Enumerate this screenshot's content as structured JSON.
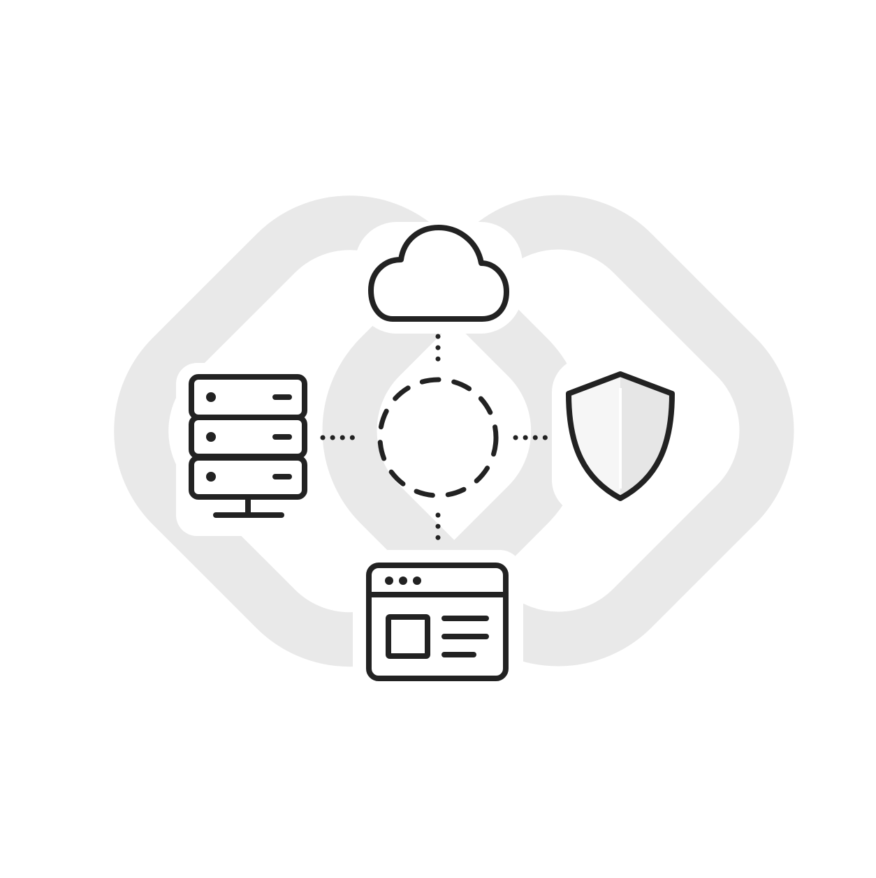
{
  "diagram": {
    "background_color": "#ffffff",
    "backdrop_color": "#e9e9e9",
    "stroke_color": "#222222",
    "icon_fill_light": "#f4f4f4",
    "icon_fill_mid": "#e6e6e6",
    "hub": {
      "icon": "dashed-circle-hub",
      "style": "dashed"
    },
    "nodes": [
      {
        "id": "cloud",
        "icon": "cloud-icon"
      },
      {
        "id": "server",
        "icon": "server-rack-icon"
      },
      {
        "id": "shield",
        "icon": "shield-icon"
      },
      {
        "id": "browser",
        "icon": "browser-window-icon"
      }
    ],
    "connectors": [
      {
        "from": "hub",
        "to": "cloud",
        "style": "dotted"
      },
      {
        "from": "hub",
        "to": "server",
        "style": "dotted"
      },
      {
        "from": "hub",
        "to": "shield",
        "style": "dotted"
      },
      {
        "from": "hub",
        "to": "browser",
        "style": "dotted"
      }
    ]
  }
}
